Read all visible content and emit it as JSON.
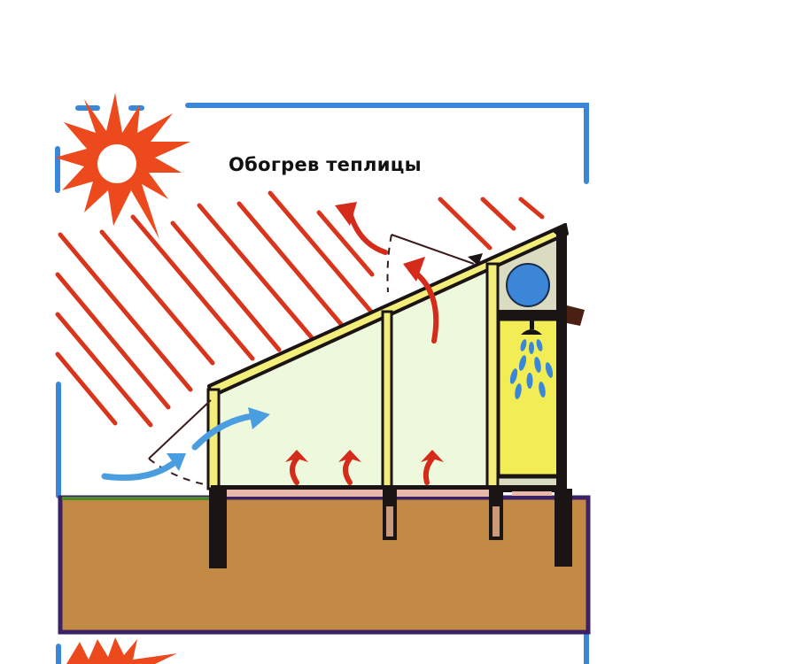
{
  "title": "Обогрев теплицы",
  "colors": {
    "frame_blue": "#3a86d8",
    "sun_red": "#e8401c",
    "sun_orange": "#f26a1e",
    "ray_red": "#d9351c",
    "soil": "#c28a45",
    "soil_border": "#3b2166",
    "glass_fill": "#eef8dd",
    "frame_yellow": "#f3ee7a",
    "frame_black": "#1a1414",
    "shower_yellow": "#f2ec55",
    "tank_blue": "#3c86d8",
    "warm_arrow": "#d42b1a",
    "cold_arrow": "#4a9ee0",
    "grass": "#4f8a2a",
    "heat_pipe": "#e8b8a8"
  },
  "elements": {
    "sun": "sun-icon",
    "solar_rays": "diagonal-sunray-lines",
    "greenhouse": "lean-to-greenhouse",
    "water_tank": "water-tank-icon",
    "shower": "shower-head-icon",
    "warm_air": "warm-air-arrows",
    "cold_air": "cold-air-inflow-arrows",
    "ground": "soil-block"
  }
}
